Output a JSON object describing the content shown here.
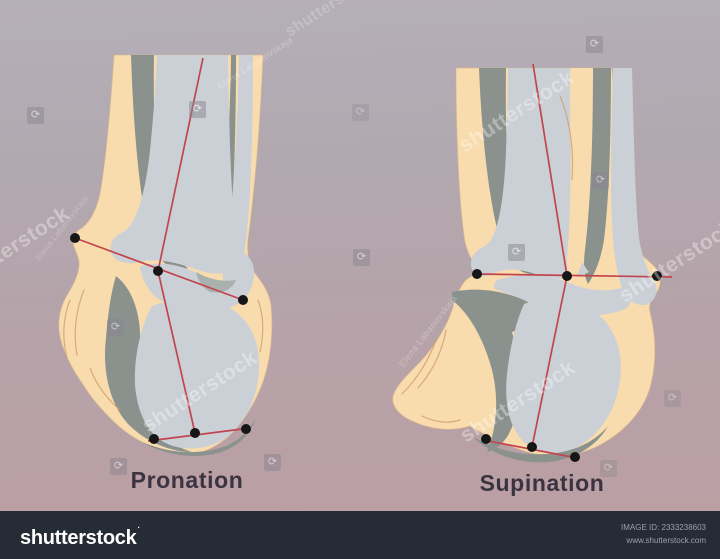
{
  "diagram": {
    "left_label": "Pronation",
    "right_label": "Supination"
  },
  "watermark": {
    "brand": "shutterstock",
    "credit": "Elena Labanovskaja"
  },
  "icons": {
    "refresh": "⟳"
  },
  "footer": {
    "logo": "shutterstock",
    "logo_mark": "·",
    "image_id": "IMAGE ID: 2333238603",
    "site": "www.shutterstock.com"
  },
  "colors": {
    "skin": "#f8dcae",
    "skin_stroke": "#d9b289",
    "bone_light": "#cbd0d7",
    "bone_mid": "#a9b1ae",
    "bone_dark": "#8b928d",
    "crease": "#cf9e6e",
    "annotation": "#c2454e",
    "marker": "#161616",
    "footer_bg": "#262c35"
  }
}
